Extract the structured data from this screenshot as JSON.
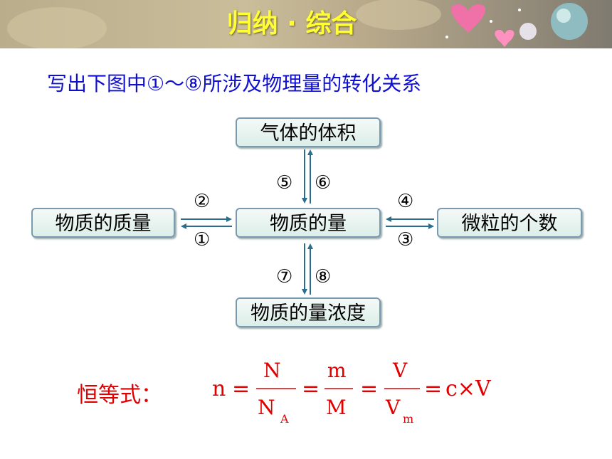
{
  "banner": {
    "title": "归纳 · 综合"
  },
  "heading": "写出下图中①～⑧所涉及物理量的转化关系",
  "nodes": {
    "gas_volume": "气体的体积",
    "mass": "物质的质量",
    "amount": "物质的量",
    "particles": "微粒的个数",
    "concentration": "物质的量浓度"
  },
  "numbers": {
    "n1": "①",
    "n2": "②",
    "n3": "③",
    "n4": "④",
    "n5": "⑤",
    "n6": "⑥",
    "n7": "⑦",
    "n8": "⑧"
  },
  "equation": {
    "label": "恒等式：",
    "n": "n",
    "eq": "=",
    "N": "N",
    "NA_base": "N",
    "NA_sub": "A",
    "m": "m",
    "M": "M",
    "V": "V",
    "Vm_base": "V",
    "Vm_sub": "m",
    "tail": "c×V"
  },
  "colors": {
    "banner_title": "#ffff33",
    "heading": "#1010d0",
    "equation": "#e00000",
    "arrow": "#2a6d8c"
  }
}
